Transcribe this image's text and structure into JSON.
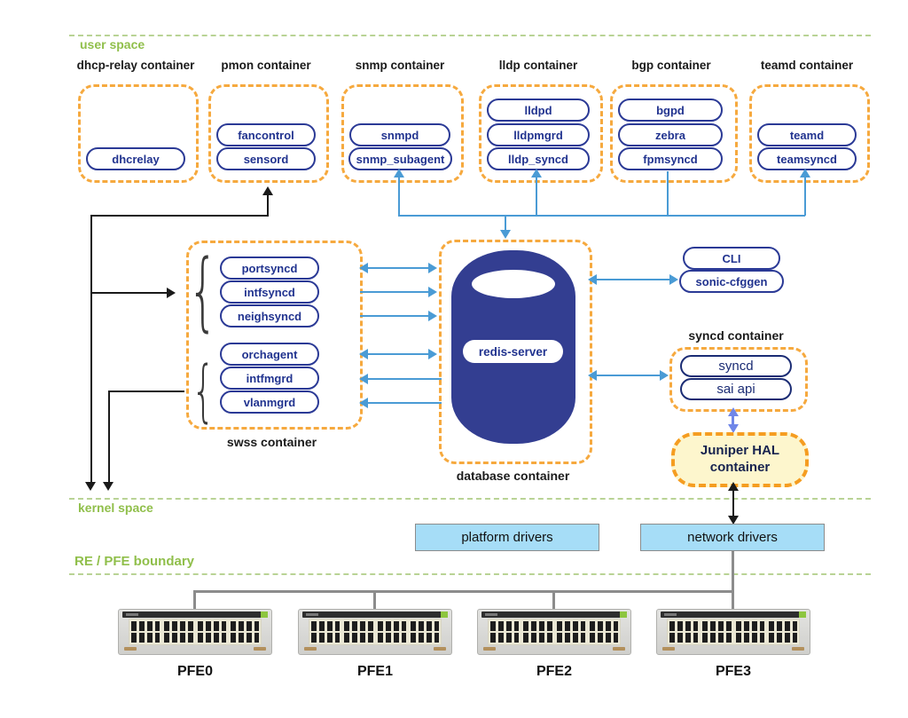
{
  "regions": {
    "user_space": "user space",
    "kernel_space": "kernel space",
    "re_pfe_boundary": "RE / PFE boundary"
  },
  "containers": [
    {
      "title": "dhcp-relay container",
      "processes": [
        "dhcrelay"
      ]
    },
    {
      "title": "pmon container",
      "processes": [
        "fancontrol",
        "sensord"
      ]
    },
    {
      "title": "snmp container",
      "processes": [
        "snmpd",
        "snmp_subagent"
      ]
    },
    {
      "title": "lldp container",
      "processes": [
        "lldpd",
        "lldpmgrd",
        "lldp_syncd"
      ]
    },
    {
      "title": "bgp container",
      "processes": [
        "bgpd",
        "zebra",
        "fpmsyncd"
      ]
    },
    {
      "title": "teamd container",
      "processes": [
        "teamd",
        "teamsyncd"
      ]
    }
  ],
  "swss": {
    "title": "swss container",
    "processes": [
      "portsyncd",
      "intfsyncd",
      "neighsyncd",
      "orchagent",
      "intfmgrd",
      "vlanmgrd"
    ]
  },
  "database": {
    "title": "database container",
    "server": "redis-server"
  },
  "cli": {
    "cli": "CLI",
    "cfggen": "sonic-cfggen"
  },
  "syncd": {
    "title": "syncd container",
    "processes": [
      "syncd",
      "sai api"
    ]
  },
  "hal": {
    "title": "Juniper HAL container"
  },
  "drivers": {
    "platform": "platform drivers",
    "network": "network drivers"
  },
  "pfes": [
    "PFE0",
    "PFE1",
    "PFE2",
    "PFE3"
  ],
  "colors": {
    "container_dash_orange": "#f6a93e",
    "pill_navy": "#2b3a96",
    "arrow_cyan": "#4a9bd5",
    "region_green": "#90bf4b",
    "hal_fill": "#fdf6cd",
    "driver_fill": "#a6ddf7",
    "cylinder_navy": "#333e91",
    "syncd_hal_arrow_purple": "#6f86e8"
  }
}
